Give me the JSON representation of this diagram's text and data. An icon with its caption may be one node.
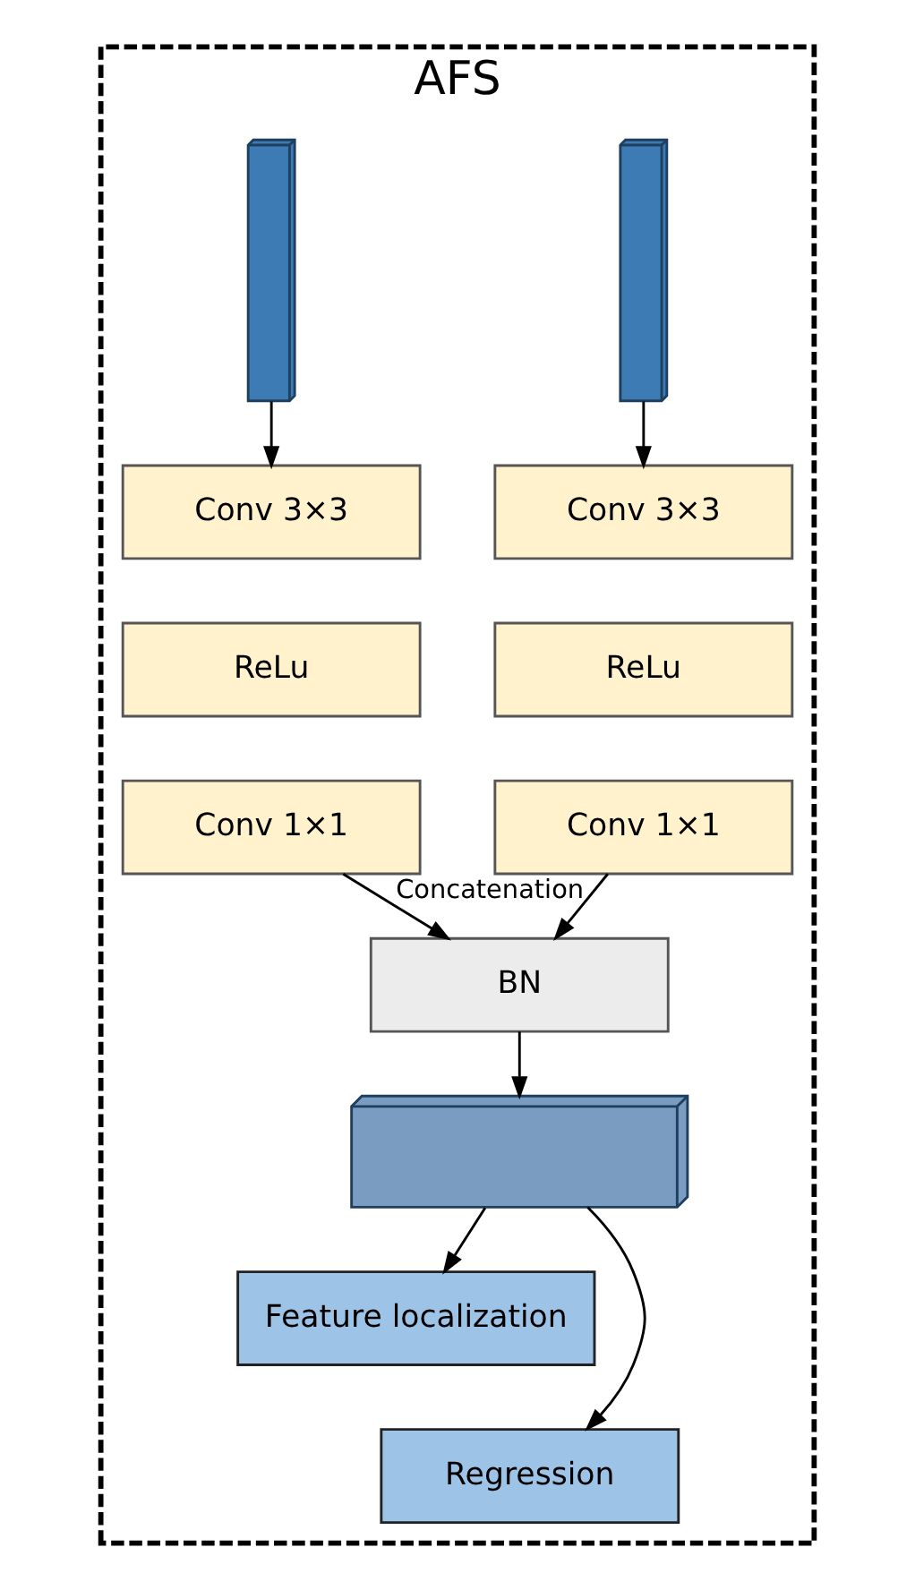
{
  "diagram": {
    "nodes": [
      {
        "text": [
          "AFS"
        ]
      },
      {
        "text": [],
        "shape": "box",
        "in": 0
      },
      {
        "text": [
          "Conv 3×3"
        ],
        "in": 0
      },
      {
        "text": [
          "ReLu"
        ],
        "in": 0
      },
      {
        "text": [
          "Conv 1×1"
        ],
        "in": 0
      },
      {
        "text": [],
        "shape": "box",
        "in": 0
      },
      {
        "text": [
          "Conv 3×3"
        ],
        "in": 0
      },
      {
        "text": [
          "ReLu"
        ],
        "in": 0
      },
      {
        "text": [
          "Conv 1×1"
        ],
        "in": 0
      },
      {
        "text": [
          "BN"
        ],
        "in": 0
      },
      {
        "text": [],
        "shape": "box",
        "in": 0
      },
      {
        "text": [
          "Feature localization"
        ],
        "in": 0
      },
      {
        "text": [
          "Regression"
        ],
        "in": 0
      }
    ],
    "edges": [
      {
        "from": 1,
        "to": 2,
        "arrow": "to"
      },
      {
        "from": 5,
        "to": 6,
        "arrow": "to"
      },
      {
        "from": 4,
        "to": 9,
        "arrow": "to",
        "label": "Concatenation"
      },
      {
        "from": 8,
        "to": 9,
        "arrow": "to"
      },
      {
        "from": 9,
        "to": 10,
        "arrow": "to"
      },
      {
        "from": 10,
        "to": 11,
        "arrow": "to"
      },
      {
        "from": 10,
        "to": 12,
        "arrow": "to"
      }
    ]
  }
}
